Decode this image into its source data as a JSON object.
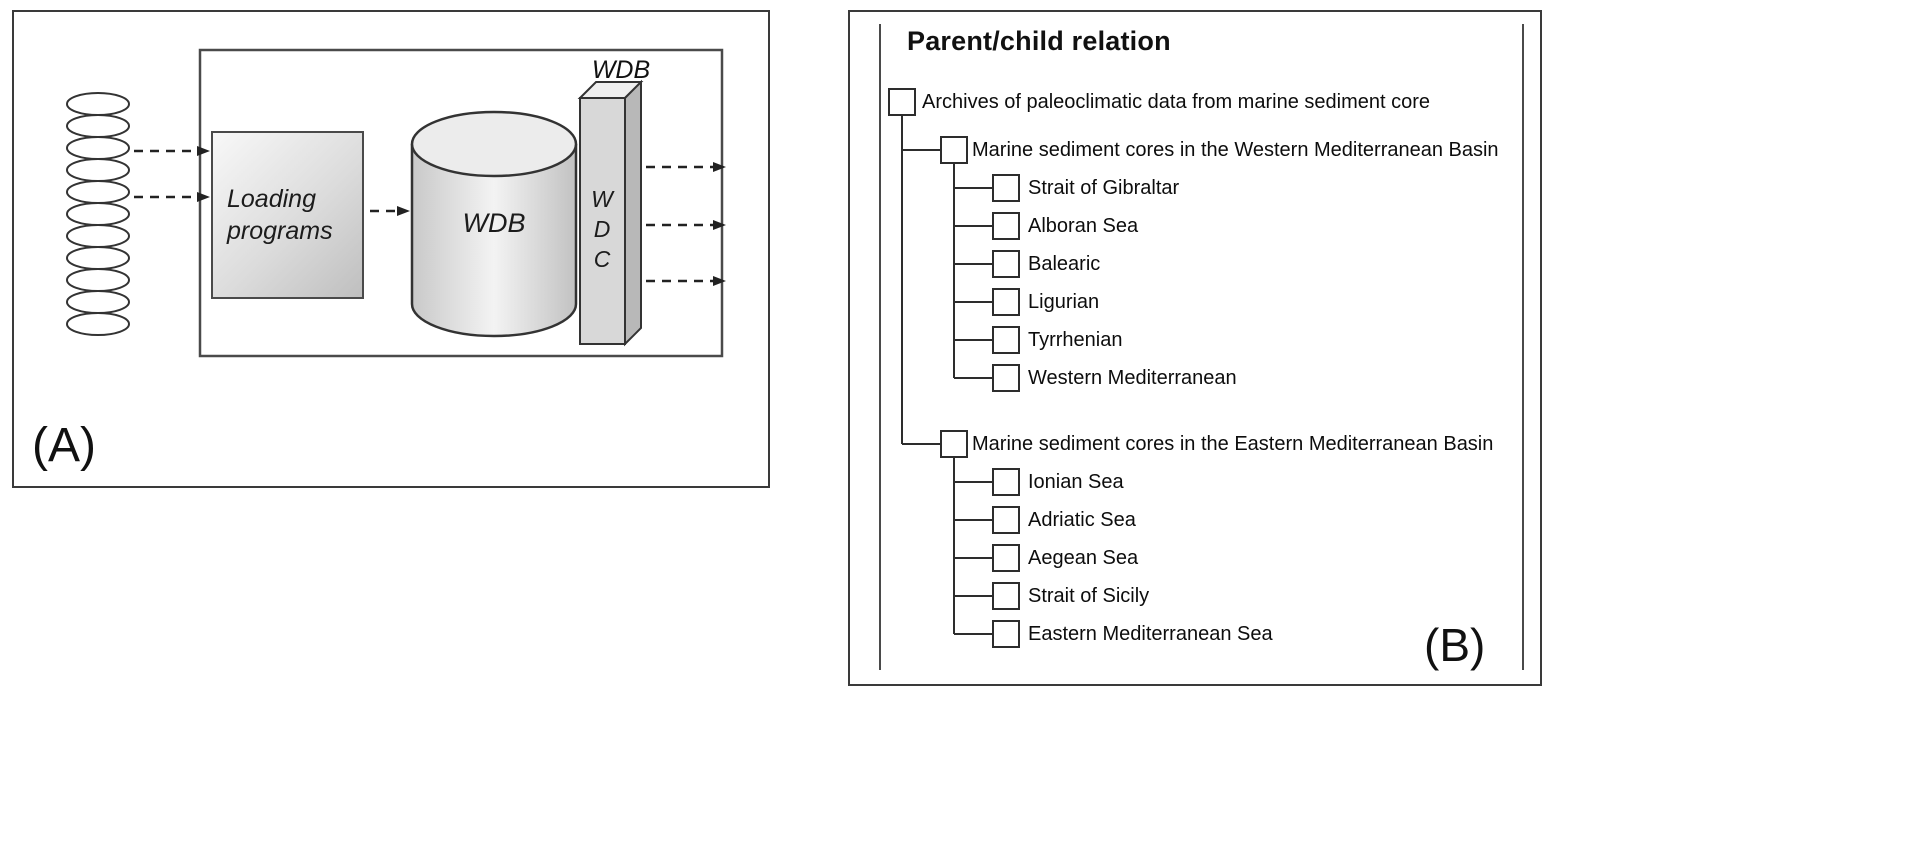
{
  "panel_a": {
    "caption": "(A)",
    "loading_box_label": "Loading programs",
    "cylinder_label": "WDB",
    "slab_title": "WDB",
    "slab_letters": [
      "W",
      "D",
      "C"
    ]
  },
  "panel_b": {
    "caption": "(B)",
    "title": "Parent/child relation",
    "tree": {
      "root_label": "Archives of paleoclimatic data from marine sediment core",
      "groups": [
        {
          "label": "Marine sediment cores in the Western Mediterranean Basin",
          "children": [
            "Strait of Gibraltar",
            "Alboran Sea",
            "Balearic",
            "Ligurian",
            "Tyrrhenian",
            "Western Mediterranean"
          ]
        },
        {
          "label": "Marine sediment cores in the Eastern Mediterranean Basin",
          "children": [
            "Ionian Sea",
            "Adriatic Sea",
            "Aegean Sea",
            "Strait of Sicily",
            "Eastern Mediterranean Sea"
          ]
        }
      ]
    }
  },
  "colors": {
    "line": "#333333",
    "fill_light": "#f2f2f2",
    "fill_mid": "#d8d8d8",
    "fill_dark": "#b8b8b8"
  }
}
